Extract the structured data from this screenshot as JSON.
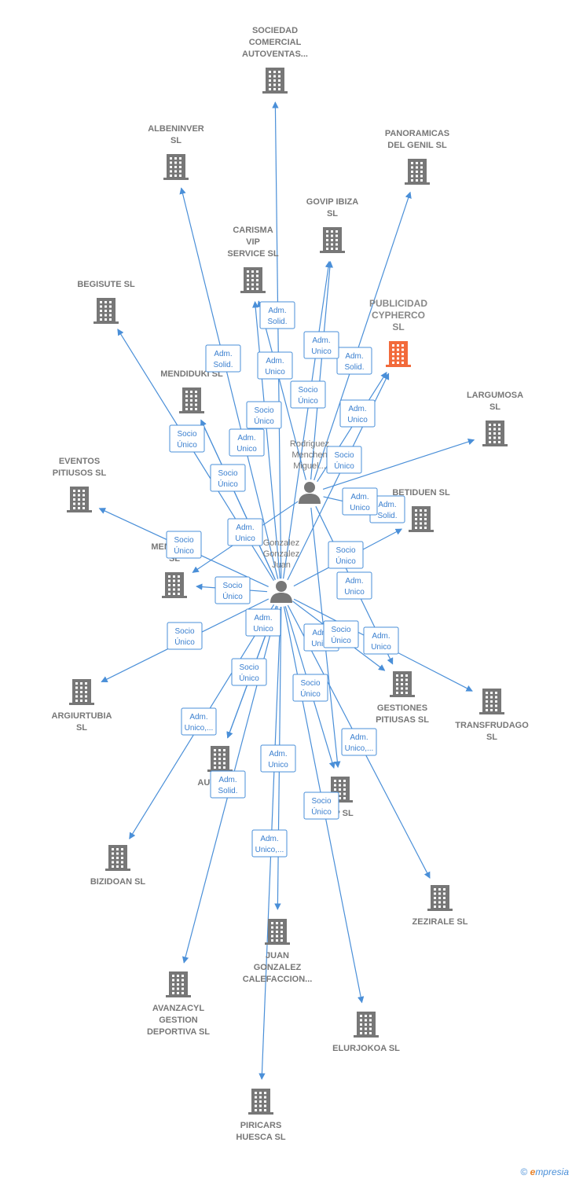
{
  "colors": {
    "edge": "#4a8fd8",
    "company": "#777777",
    "focus": "#f26a3b",
    "person": "#777777"
  },
  "persons": [
    {
      "id": "p1",
      "name": [
        "Rodriguez",
        "Menchen",
        "Miguel..."
      ],
      "icon": "person-icon"
    },
    {
      "id": "p2",
      "name": [
        "Gonzalez",
        "Gonzalez",
        "Juan"
      ],
      "icon": "person-icon"
    }
  ],
  "companies": [
    {
      "id": "c1",
      "name": [
        "SOCIEDAD",
        "COMERCIAL",
        "AUTOVENTAS..."
      ]
    },
    {
      "id": "c2",
      "name": [
        "ALBENINVER",
        "SL"
      ]
    },
    {
      "id": "c3",
      "name": [
        "PANORAMICAS",
        "DEL GENIL  SL"
      ]
    },
    {
      "id": "c4",
      "name": [
        "GOVIP IBIZA",
        "SL"
      ]
    },
    {
      "id": "c5",
      "name": [
        "CARISMA",
        "VIP",
        "SERVICE  SL"
      ]
    },
    {
      "id": "c6",
      "name": [
        "BEGISUTE  SL"
      ]
    },
    {
      "id": "c7",
      "name": [
        "PUBLICIDAD",
        "CYPHERCO",
        "SL"
      ],
      "focus": true
    },
    {
      "id": "c8",
      "name": [
        "MENDIDUKI  SL"
      ]
    },
    {
      "id": "c9",
      "name": [
        "LARGUMOSA",
        "SL"
      ]
    },
    {
      "id": "c10",
      "name": [
        "EVENTOS",
        "PITIUSOS  SL"
      ]
    },
    {
      "id": "c11",
      "name": [
        "BETIDUEN  SL"
      ]
    },
    {
      "id": "c12",
      "name": [
        "MENDIDUK",
        "SL"
      ]
    },
    {
      "id": "c13",
      "name": [
        "ARGIURTUBIA",
        "SL"
      ]
    },
    {
      "id": "c14",
      "name": [
        "GESTIONES",
        "PITIUSAS  SL"
      ]
    },
    {
      "id": "c15",
      "name": [
        "TRANSFRUDAGO",
        "SL"
      ]
    },
    {
      "id": "c16",
      "name": [
        "AUTO...  SL"
      ]
    },
    {
      "id": "c17",
      "name": [
        "...P  SL"
      ]
    },
    {
      "id": "c18",
      "name": [
        "BIZIDOAN  SL"
      ]
    },
    {
      "id": "c19",
      "name": [
        "ZEZIRALE  SL"
      ]
    },
    {
      "id": "c20",
      "name": [
        "JUAN",
        "GONZALEZ",
        "CALEFACCION..."
      ]
    },
    {
      "id": "c21",
      "name": [
        "AVANZACYL",
        "GESTION",
        "DEPORTIVA SL"
      ]
    },
    {
      "id": "c22",
      "name": [
        "ELURJOKOA SL"
      ]
    },
    {
      "id": "c23",
      "name": [
        "PIRICARS",
        "HUESCA  SL"
      ]
    }
  ],
  "edges": [
    {
      "from": "p2",
      "to": "c1",
      "label": [
        "Adm.",
        "Solid."
      ]
    },
    {
      "from": "p2",
      "to": "c2",
      "label": [
        "Adm.",
        "Solid."
      ]
    },
    {
      "from": "p1",
      "to": "c3",
      "label": [
        "Adm.",
        "Solid."
      ]
    },
    {
      "from": "p2",
      "to": "c4",
      "label": [
        "Adm.",
        "Unico"
      ]
    },
    {
      "from": "p1",
      "to": "c4",
      "label": [
        "Socio",
        "Único"
      ]
    },
    {
      "from": "p2",
      "to": "c5",
      "label": [
        "Adm.",
        "Unico"
      ]
    },
    {
      "from": "p1",
      "to": "c5",
      "label": [
        "Socio",
        "Único"
      ]
    },
    {
      "from": "p2",
      "to": "c6",
      "label": [
        "Socio",
        "Único"
      ]
    },
    {
      "from": "p2",
      "to": "c7",
      "label": [
        "Adm.",
        "Unico"
      ]
    },
    {
      "from": "p1",
      "to": "c7",
      "label": [
        "Socio",
        "Único"
      ]
    },
    {
      "from": "p2",
      "to": "c8",
      "label": [
        "Adm.",
        "Unico"
      ]
    },
    {
      "from": "p2",
      "to": "c8",
      "label": [
        "Socio",
        "Único"
      ]
    },
    {
      "from": "p1",
      "to": "c9",
      "label": [
        "Adm.",
        "Solid."
      ]
    },
    {
      "from": "p2",
      "to": "c10",
      "label": [
        "Adm.",
        "Unico"
      ]
    },
    {
      "from": "p1",
      "to": "c11",
      "label": [
        "Adm.",
        "Unico"
      ]
    },
    {
      "from": "p2",
      "to": "c11",
      "label": [
        "Socio",
        "Único"
      ]
    },
    {
      "from": "p1",
      "to": "c12",
      "label": [
        "Socio",
        "Único"
      ]
    },
    {
      "from": "p2",
      "to": "c12",
      "label": [
        "Socio",
        "Único"
      ]
    },
    {
      "from": "p2",
      "to": "c13",
      "label": [
        "Socio",
        "Único"
      ]
    },
    {
      "from": "p1",
      "to": "c14",
      "label": [
        "Adm.",
        "Unico"
      ]
    },
    {
      "from": "p2",
      "to": "c14",
      "label": [
        "Adm.",
        "Unico"
      ]
    },
    {
      "from": "p2",
      "to": "c15",
      "label": [
        "Adm.",
        "Unico"
      ]
    },
    {
      "from": "p2",
      "to": "c16",
      "label": [
        "Adm.",
        "Unico"
      ]
    },
    {
      "from": "p2",
      "to": "c16",
      "label": [
        "Socio",
        "Único"
      ]
    },
    {
      "from": "p2",
      "to": "c17",
      "label": [
        "Socio",
        "Único"
      ]
    },
    {
      "from": "p1",
      "to": "c17",
      "label": [
        "Socio",
        "Único"
      ]
    },
    {
      "from": "p2",
      "to": "c18",
      "label": [
        "Adm.",
        "Unico,..."
      ]
    },
    {
      "from": "p2",
      "to": "c19",
      "label": [
        "Adm.",
        "Unico,..."
      ]
    },
    {
      "from": "p2",
      "to": "c20",
      "label": [
        "Adm.",
        "Unico"
      ]
    },
    {
      "from": "p2",
      "to": "c21",
      "label": [
        "Adm.",
        "Solid."
      ]
    },
    {
      "from": "p2",
      "to": "c22",
      "label": [
        "Socio",
        "Único"
      ]
    },
    {
      "from": "p2",
      "to": "c23",
      "label": [
        "Adm.",
        "Unico,..."
      ]
    }
  ],
  "footer": {
    "copyright": "©",
    "brand_initial": "e",
    "brand_rest": "mpresia"
  }
}
